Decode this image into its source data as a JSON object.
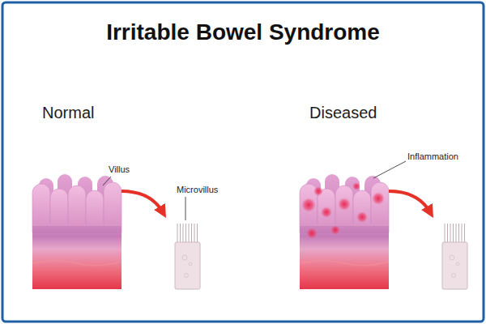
{
  "diagram": {
    "title": "Irritable Bowel Syndrome",
    "labels": [
      "Normal",
      "Diseased",
      "Villus",
      "Microvillus",
      "Inflammation"
    ]
  }
}
